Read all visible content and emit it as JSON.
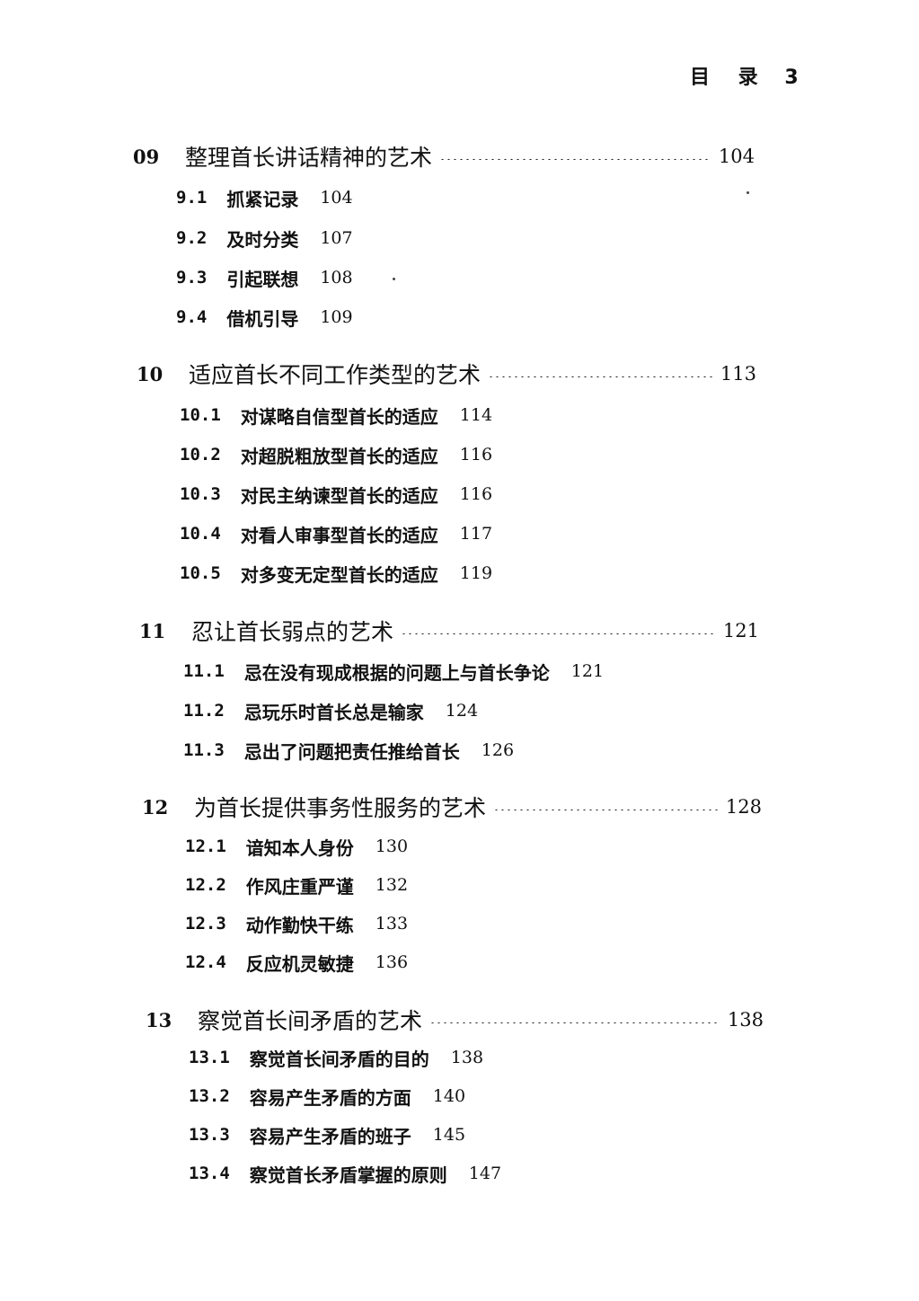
{
  "running_head": {
    "title": "目 录",
    "page": "3"
  },
  "chapters": [
    {
      "number": "09",
      "title": "整理首长讲话精神的艺术",
      "page": "104",
      "sections": [
        {
          "number": "9.1",
          "title": "抓紧记录",
          "page": "104"
        },
        {
          "number": "9.2",
          "title": "及时分类",
          "page": "107"
        },
        {
          "number": "9.3",
          "title": "引起联想",
          "page": "108"
        },
        {
          "number": "9.4",
          "title": "借机引导",
          "page": "109"
        }
      ]
    },
    {
      "number": "10",
      "title": "适应首长不同工作类型的艺术",
      "page": "113",
      "sections": [
        {
          "number": "10.1",
          "title": "对谋略自信型首长的适应",
          "page": "114"
        },
        {
          "number": "10.2",
          "title": "对超脱粗放型首长的适应",
          "page": "116"
        },
        {
          "number": "10.3",
          "title": "对民主纳谏型首长的适应",
          "page": "116"
        },
        {
          "number": "10.4",
          "title": "对看人审事型首长的适应",
          "page": "117"
        },
        {
          "number": "10.5",
          "title": "对多变无定型首长的适应",
          "page": "119"
        }
      ]
    },
    {
      "number": "11",
      "title": "忍让首长弱点的艺术",
      "page": "121",
      "sections": [
        {
          "number": "11.1",
          "title": "忌在没有现成根据的问题上与首长争论",
          "page": "121"
        },
        {
          "number": "11.2",
          "title": "忌玩乐时首长总是输家",
          "page": "124"
        },
        {
          "number": "11.3",
          "title": "忌出了问题把责任推给首长",
          "page": "126"
        }
      ]
    },
    {
      "number": "12",
      "title": "为首长提供事务性服务的艺术",
      "page": "128",
      "sections": [
        {
          "number": "12.1",
          "title": "谙知本人身份",
          "page": "130"
        },
        {
          "number": "12.2",
          "title": "作风庄重严谨",
          "page": "132"
        },
        {
          "number": "12.3",
          "title": "动作勤快干练",
          "page": "133"
        },
        {
          "number": "12.4",
          "title": "反应机灵敏捷",
          "page": "136"
        }
      ]
    },
    {
      "number": "13",
      "title": "察觉首长间矛盾的艺术",
      "page": "138",
      "sections": [
        {
          "number": "13.1",
          "title": "察觉首长间矛盾的目的",
          "page": "138"
        },
        {
          "number": "13.2",
          "title": "容易产生矛盾的方面",
          "page": "140"
        },
        {
          "number": "13.3",
          "title": "容易产生矛盾的班子",
          "page": "145"
        },
        {
          "number": "13.4",
          "title": "察觉首长矛盾掌握的原则",
          "page": "147"
        }
      ]
    }
  ]
}
